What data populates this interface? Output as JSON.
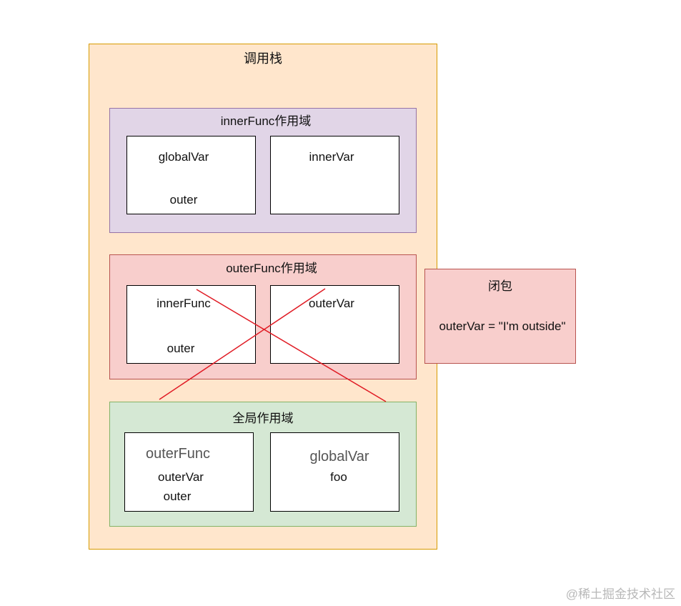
{
  "call_stack": {
    "title": "调用栈",
    "inner_scope": {
      "title": "innerFunc作用域",
      "left_box": [
        "globalVar",
        "outer"
      ],
      "right_box": [
        "innerVar"
      ]
    },
    "outer_scope": {
      "title": "outerFunc作用域",
      "left_box": [
        "innerFunc",
        "outer"
      ],
      "right_box": [
        "outerVar"
      ]
    },
    "global_scope": {
      "title": "全局作用域",
      "left_box": [
        "outerFunc",
        "outerVar",
        "outer"
      ],
      "right_box": [
        "globalVar",
        "foo"
      ]
    }
  },
  "closure": {
    "title": "闭包",
    "content": "outerVar = \"I'm outside\""
  },
  "watermark": "@稀土掘金技术社区",
  "colors": {
    "call_stack_fill": "#ffe6cc",
    "inner_scope_fill": "#e1d5e7",
    "outer_scope_fill": "#f8cecc",
    "global_scope_fill": "#d5e8d4",
    "closure_fill": "#f8cecc",
    "cross_line": "#e01b24"
  }
}
